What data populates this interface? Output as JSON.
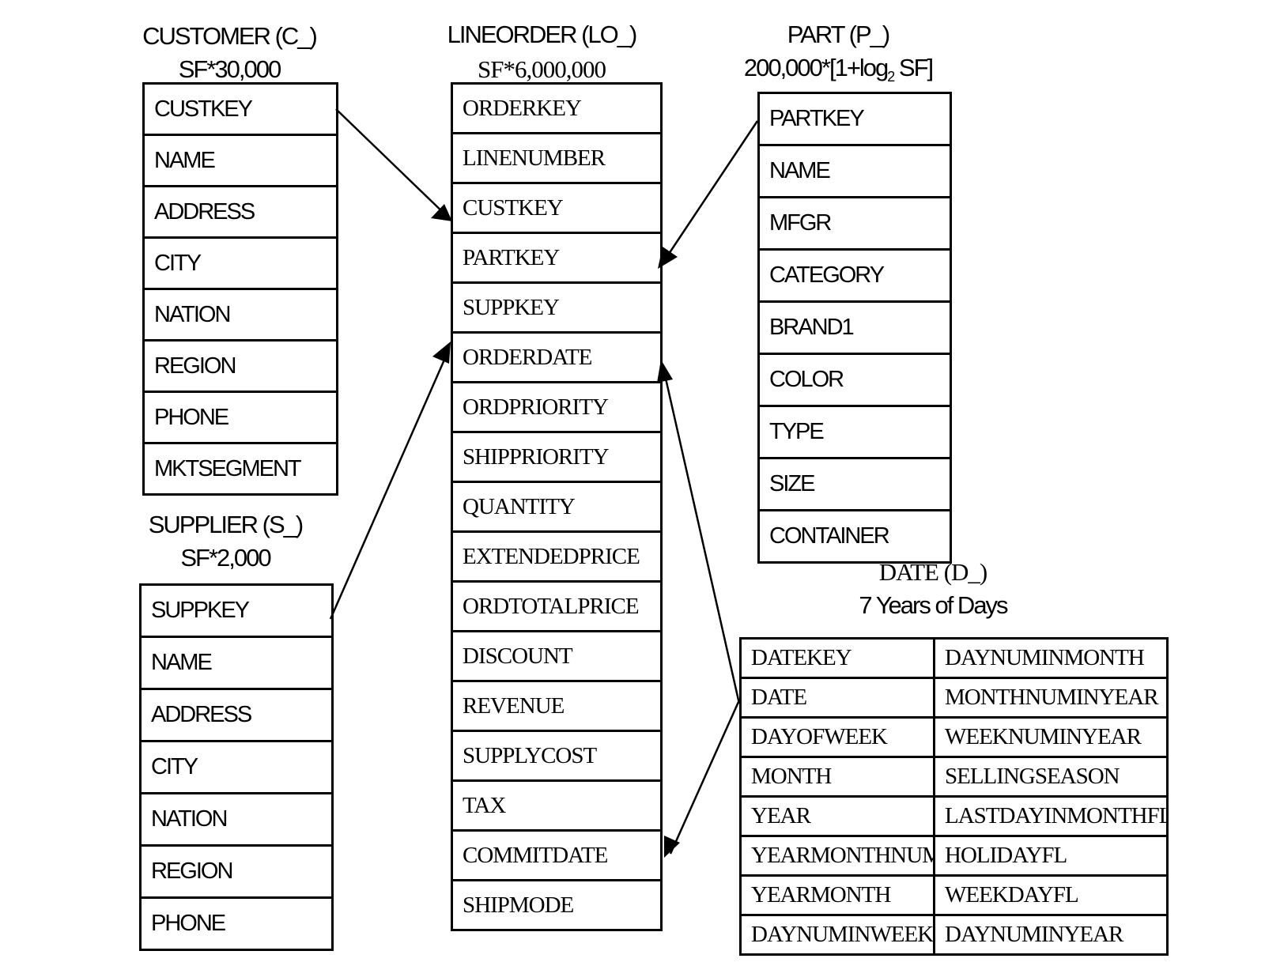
{
  "customer": {
    "title": "CUSTOMER (C_)",
    "subtitle": "SF*30,000",
    "fields": [
      "CUSTKEY",
      "NAME",
      "ADDRESS",
      "CITY",
      "NATION",
      "REGION",
      "PHONE",
      "MKTSEGMENT"
    ]
  },
  "supplier": {
    "title": "SUPPLIER (S_)",
    "subtitle": "SF*2,000",
    "fields": [
      "SUPPKEY",
      "NAME",
      "ADDRESS",
      "CITY",
      "NATION",
      "REGION",
      "PHONE"
    ]
  },
  "lineorder": {
    "title": "LINEORDER (LO_)",
    "subtitle": "SF*6,000,000",
    "fields": [
      "ORDERKEY",
      "LINENUMBER",
      "CUSTKEY",
      "PARTKEY",
      "SUPPKEY",
      "ORDERDATE",
      "ORDPRIORITY",
      "SHIPPRIORITY",
      "QUANTITY",
      "EXTENDEDPRICE",
      "ORDTOTALPRICE",
      "DISCOUNT",
      "REVENUE",
      "SUPPLYCOST",
      "TAX",
      "COMMITDATE",
      "SHIPMODE"
    ]
  },
  "part": {
    "title": "PART (P_)",
    "subtitle_prefix": "200,000*[1+log",
    "subtitle_sub": "2",
    "subtitle_suffix": " SF]",
    "fields": [
      "PARTKEY",
      "NAME",
      "MFGR",
      "CATEGORY",
      "BRAND1",
      "COLOR",
      "TYPE",
      "SIZE",
      "CONTAINER"
    ]
  },
  "date": {
    "title": "DATE (D_)",
    "subtitle": "7 Years of Days",
    "fields_left": [
      "DATEKEY",
      "DATE",
      "DAYOFWEEK",
      "MONTH",
      "YEAR",
      "YEARMONTHNUM",
      "YEARMONTH",
      "DAYNUMINWEEK"
    ],
    "fields_right": [
      "DAYNUMINMONTH",
      "MONTHNUMINYEAR",
      "WEEKNUMINYEAR",
      "SELLINGSEASON",
      "LASTDAYINMONTHFL",
      "HOLIDAYFL",
      "WEEKDAYFL",
      "DAYNUMINYEAR"
    ]
  }
}
